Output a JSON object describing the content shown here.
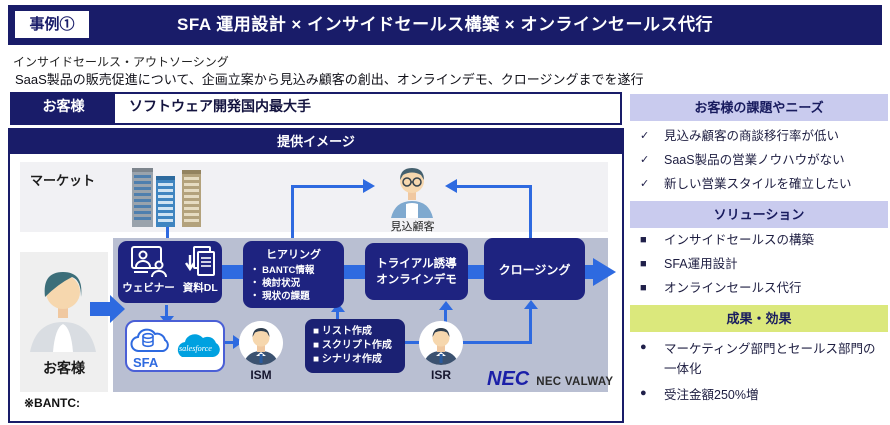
{
  "header": {
    "badge": "事例①",
    "title": "SFA 運用設計 × インサイドセールス構築 × オンラインセールス代行"
  },
  "intro": {
    "line1": "インサイドセールス・アウトソーシング",
    "line2": "SaaS製品の販売促進について、企画立案から見込み顧客の創出、オンラインデモ、クロージングまでを遂行"
  },
  "customer_row": {
    "label": "お客様",
    "value": "ソフトウェア開発国内最大手"
  },
  "diagram": {
    "title": "提供イメージ",
    "market_label": "マーケット",
    "prospect_label": "見込顧客",
    "customer_label": "お客様",
    "webinar_box": {
      "label1": "ウェビナー",
      "label2": "資料DL"
    },
    "hearing_box": {
      "title": "ヒアリング",
      "bullet": "・",
      "items": [
        "BANTC情報",
        "検討状況",
        "現状の課題"
      ]
    },
    "trial_box": {
      "line1": "トライアル誘導",
      "line2": "オンラインデモ"
    },
    "closing_box": {
      "label": "クロージング"
    },
    "sfa_box": {
      "sfa_label": "SFA",
      "salesforce_label": "salesforce"
    },
    "ism_label": "ISM",
    "isr_label": "ISR",
    "tasks_box": {
      "bullet": "■",
      "items": [
        "リスト作成",
        "スクリプト作成",
        "シナリオ作成"
      ]
    },
    "nec_logo": {
      "mark": "NEC",
      "company": "NEC VALWAY"
    },
    "footnote": "※BANTC:"
  },
  "sidebar": {
    "sections": [
      {
        "title": "お客様の課題やニーズ",
        "bullet": "✓",
        "items": [
          "見込み顧客の商談移行率が低い",
          "SaaS製品の営業ノウハウがない",
          "新しい営業スタイルを確立したい"
        ]
      },
      {
        "title": "ソリューション",
        "bullet": "■",
        "items": [
          "インサイドセールスの構築",
          "SFA運用設計",
          "オンラインセールス代行"
        ]
      },
      {
        "title": "成果・効果",
        "bullet": "●",
        "items": [
          "マーケティング部門とセールス部門の一体化",
          "受注金額250%増"
        ]
      }
    ]
  },
  "colors": {
    "navy": "#191c69",
    "flow_box_navy": "#1e2380",
    "arrow_blue": "#2e6ae0",
    "band_gray_blue": "#b9bfd2",
    "panel_gray": "#f1f1f4",
    "sidebar_lavender": "#c9cbee",
    "sidebar_lime": "#dbe87c",
    "nec_blue": "#1b1fa8",
    "salesforce_blue": "#00a1e0"
  }
}
